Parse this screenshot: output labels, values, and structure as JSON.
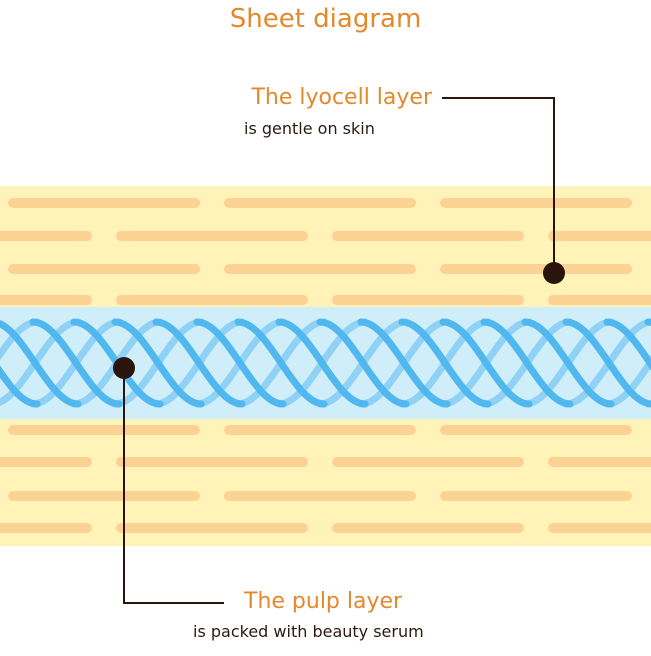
{
  "title": "Sheet diagram",
  "lyocell": {
    "heading": "The lyocell layer",
    "subtext": "is gentle on skin"
  },
  "pulp": {
    "heading": "The pulp layer",
    "subtext": "is packed with beauty serum"
  },
  "colors": {
    "heading": "#e3892b",
    "text": "#2b1a12",
    "sheet_background": "#fff3b8",
    "fiber_stripe": "#fbd293",
    "pulp_band": "#cfeefa",
    "pulp_fiber": "#50b8ee",
    "pulp_fiber_light": "#8fd2f6",
    "leader_line": "#2a150d"
  }
}
